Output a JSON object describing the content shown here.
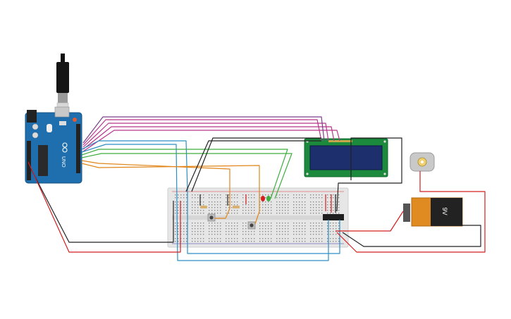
{
  "arduino": {
    "model": "UNO"
  },
  "battery": {
    "voltage_label": "9V"
  },
  "colors": {
    "background": "#ffffff",
    "arduino_board": "#1f6fae",
    "breadboard": "#e6e6e6",
    "lcd_frame": "#1b8a3c",
    "lcd_screen": "#1e2f6e",
    "battery_body": "#e08b22",
    "battery_cap": "#222222",
    "wire_red": "#d21f1f",
    "wire_black": "#222222",
    "wire_blue": "#2b8fc6",
    "wire_orange": "#e0861b",
    "wire_green": "#3fae3f",
    "wire_magenta": "#b8368a",
    "wire_purple": "#7a3f8a"
  },
  "components": [
    "usb-cable",
    "arduino-uno",
    "breadboard",
    "lcd-16x2",
    "motor-driver-ic",
    "dc-motor",
    "battery-9v",
    "push-buttons",
    "leds",
    "resistors"
  ]
}
